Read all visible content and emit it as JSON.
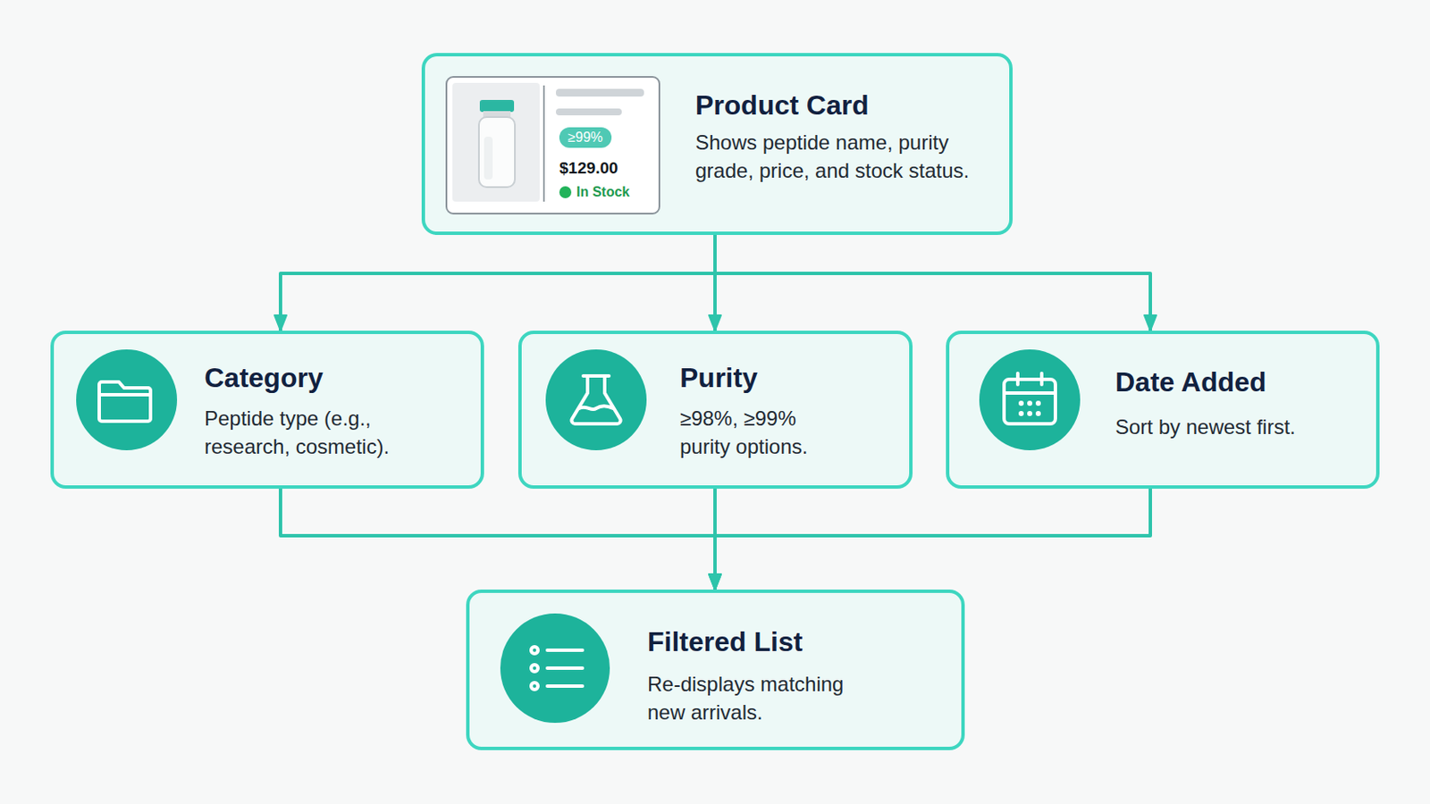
{
  "diagram": {
    "nodes": [
      {
        "text": [
          "Product Card",
          "Shows peptide name, purity grade, price, and stock status."
        ]
      },
      {
        "text": [
          "≥99%",
          "$129.00",
          "In Stock"
        ],
        "in": 0
      },
      {
        "text": [
          "Category",
          "Peptide type (e.g., research, cosmetic)."
        ]
      },
      {
        "text": [
          "Purity",
          "≥98%, ≥99% purity options."
        ]
      },
      {
        "text": [
          "Date Added",
          "Sort by newest first."
        ]
      },
      {
        "text": [
          "Filtered List",
          "Re-displays matching new arrivals."
        ]
      }
    ],
    "edges": [
      {
        "from": 0,
        "to": 2,
        "arrow": "to"
      },
      {
        "from": 0,
        "to": 3,
        "arrow": "to"
      },
      {
        "from": 0,
        "to": 4,
        "arrow": "to"
      },
      {
        "from": 2,
        "to": 5,
        "arrow": "to"
      },
      {
        "from": 3,
        "to": 5,
        "arrow": "to"
      },
      {
        "from": 4,
        "to": 5,
        "arrow": "to"
      }
    ]
  }
}
